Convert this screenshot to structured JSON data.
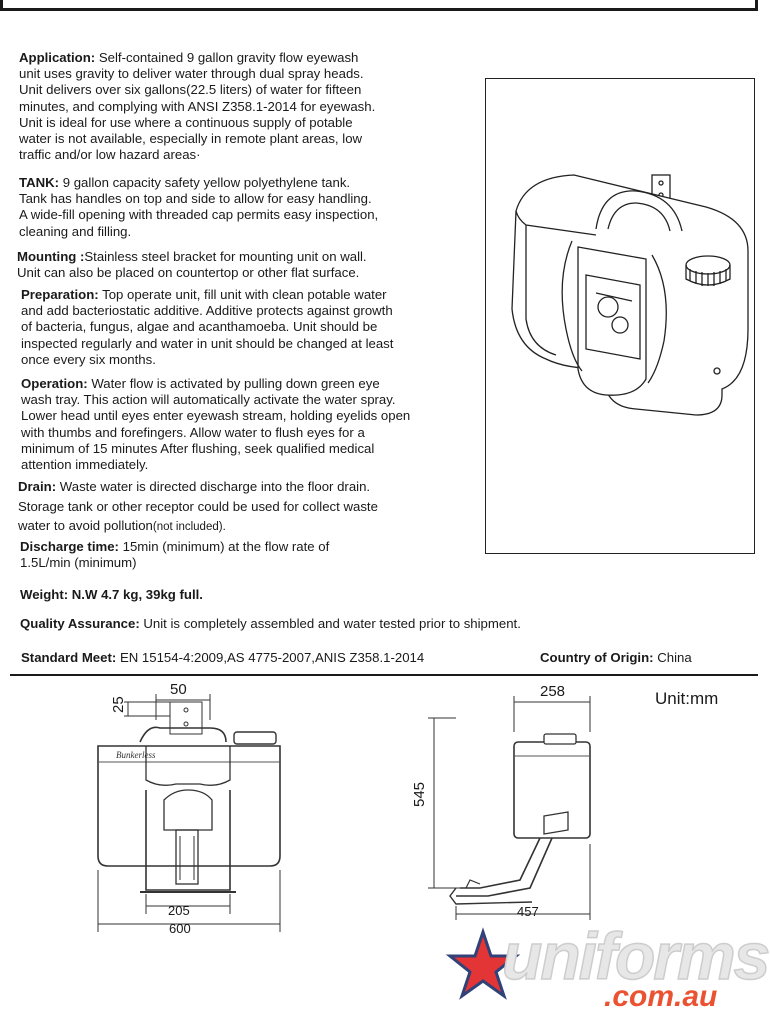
{
  "spec": {
    "application": {
      "label": "Application:",
      "lines": [
        "Self-contained 9 gallon gravity flow eyewash",
        "unit uses gravity to deliver water through dual spray heads.",
        "Unit delivers over six gallons(22.5 liters) of water for fifteen",
        "minutes, and complying with ANSI Z358.1-2014 for eyewash.",
        "Unit is ideal for use where a continuous supply of potable",
        "water is not available, especially in remote plant areas, low",
        "traffic and/or low hazard areas·"
      ]
    },
    "tank": {
      "label": "TANK:",
      "lines": [
        "9  gallon capacity safety yellow polyethylene tank.",
        "Tank has handles on top and side to allow for easy handling.",
        "A wide-fill opening with threaded cap permits easy inspection,",
        "cleaning and filling."
      ]
    },
    "mounting": {
      "label": "Mounting :",
      "lines": [
        "Stainless steel bracket for mounting unit on wall.",
        "Unit can also be placed on countertop or other flat surface."
      ]
    },
    "preparation": {
      "label": "Preparation:",
      "lines": [
        "Top operate unit, fill unit with clean potable water",
        "and add bacteriostatic additive. Additive protects against growth",
        "of bacteria, fungus, algae and acanthamoeba. Unit should be",
        "inspected regularly and water in unit should be changed at least",
        "once every six months."
      ]
    },
    "operation": {
      "label": "Operation:",
      "lines": [
        "Water flow is activated by pulling down green eye",
        "wash tray. This action will automatically activate the water spray.",
        "Lower head until eyes enter eyewash stream, holding eyelids open",
        "with thumbs and forefingers. Allow water to flush eyes for a",
        "minimum of 15 minutes After flushing, seek qualified medical",
        "attention immediately."
      ]
    },
    "drain": {
      "label": "Drain:",
      "lines": [
        "Waste water is directed discharge into the floor drain.",
        "Storage tank or other receptor could be used for collect waste",
        "water to avoid pollution"
      ],
      "note": "(not included)."
    },
    "discharge": {
      "label": "Discharge time:",
      "lines": [
        "15min (minimum) at the flow rate of",
        "1.5L/min (minimum)"
      ]
    },
    "weight": {
      "text": "Weight: N.W 4.7 kg,  39kg  full."
    },
    "quality": {
      "label": "Quality Assurance:",
      "text": "Unit is completely assembled and water tested prior to shipment."
    },
    "standard": {
      "label": "Standard Meet:",
      "text": "EN 15154-4:2009,AS 4775-2007,ANIS Z358.1-2014"
    },
    "origin": {
      "label": "Country of Origin:",
      "text": "China"
    }
  },
  "drawing": {
    "unit_label": "Unit:mm",
    "front_view": {
      "dim_top": "50",
      "dim_side": "25",
      "dim_tray": "205",
      "dim_width": "600",
      "brand": "Bunkerless"
    },
    "side_view": {
      "dim_depth": "258",
      "dim_height": "545",
      "dim_tray": "457"
    }
  },
  "watermark": {
    "brand": "uniforms",
    "domain": ".com.au"
  }
}
